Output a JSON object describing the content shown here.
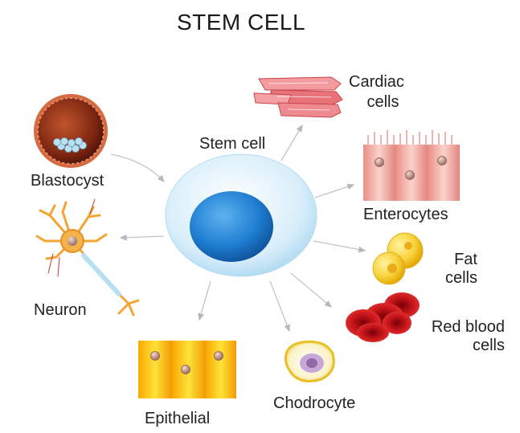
{
  "title": "STEM CELL",
  "center": {
    "label": "Stem cell"
  },
  "cells": [
    {
      "id": "blastocyst",
      "label": "Blastocyst"
    },
    {
      "id": "neuron",
      "label": "Neuron"
    },
    {
      "id": "epithelial",
      "label": "Epithelial"
    },
    {
      "id": "chodrocyte",
      "label": "Chodrocyte"
    },
    {
      "id": "red-blood",
      "label_lines": [
        "Red blood",
        "cells"
      ]
    },
    {
      "id": "fat",
      "label_lines": [
        "Fat",
        "cells"
      ]
    },
    {
      "id": "enterocytes",
      "label": "Enterocytes"
    },
    {
      "id": "cardiac",
      "label_lines": [
        "Cardiac",
        "cells"
      ]
    }
  ],
  "colors": {
    "stem_outer": "#cde9f8",
    "stem_nucleus": "#1f7fd1",
    "arrow": "#b8b8b8",
    "epithelial": "#f2c20f",
    "enterocytes": "#f4b4ac",
    "fat": "#f6cf32",
    "red_blood": "#c8161b",
    "cardiac": "#e8747a",
    "blastocyst": "#8a2a14",
    "neuron": "#f0a030"
  }
}
